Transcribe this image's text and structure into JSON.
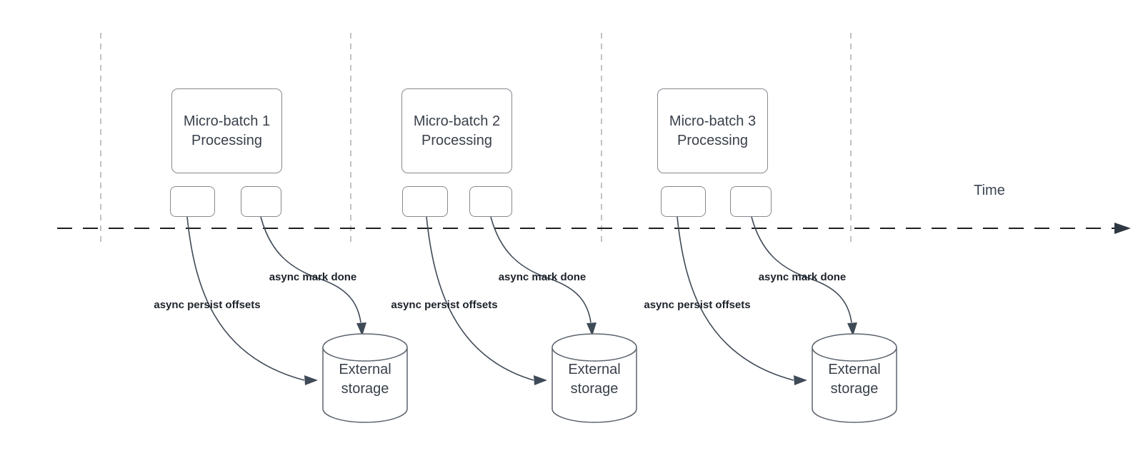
{
  "timeline": {
    "label": "Time"
  },
  "groups": [
    {
      "title": "Micro-batch 1 Processing",
      "persist_label": "async persist offsets",
      "mark_done_label": "async mark done",
      "storage_label": "External storage"
    },
    {
      "title": "Micro-batch 2 Processing",
      "persist_label": "async persist offsets",
      "mark_done_label": "async mark done",
      "storage_label": "External storage"
    },
    {
      "title": "Micro-batch 3 Processing",
      "persist_label": "async persist offsets",
      "mark_done_label": "async mark done",
      "storage_label": "External storage"
    }
  ],
  "colors": {
    "background": "#ffffff",
    "shape_fill": "#ffffff",
    "box_border": "#85898f",
    "cylinder_border": "#5d646e",
    "box_text": "#3a414b",
    "bold_label_text": "#1d222a",
    "connector": "#3f4a57",
    "lane_divider": "#a9a9a9",
    "time_axis": "#1f1f1f"
  }
}
